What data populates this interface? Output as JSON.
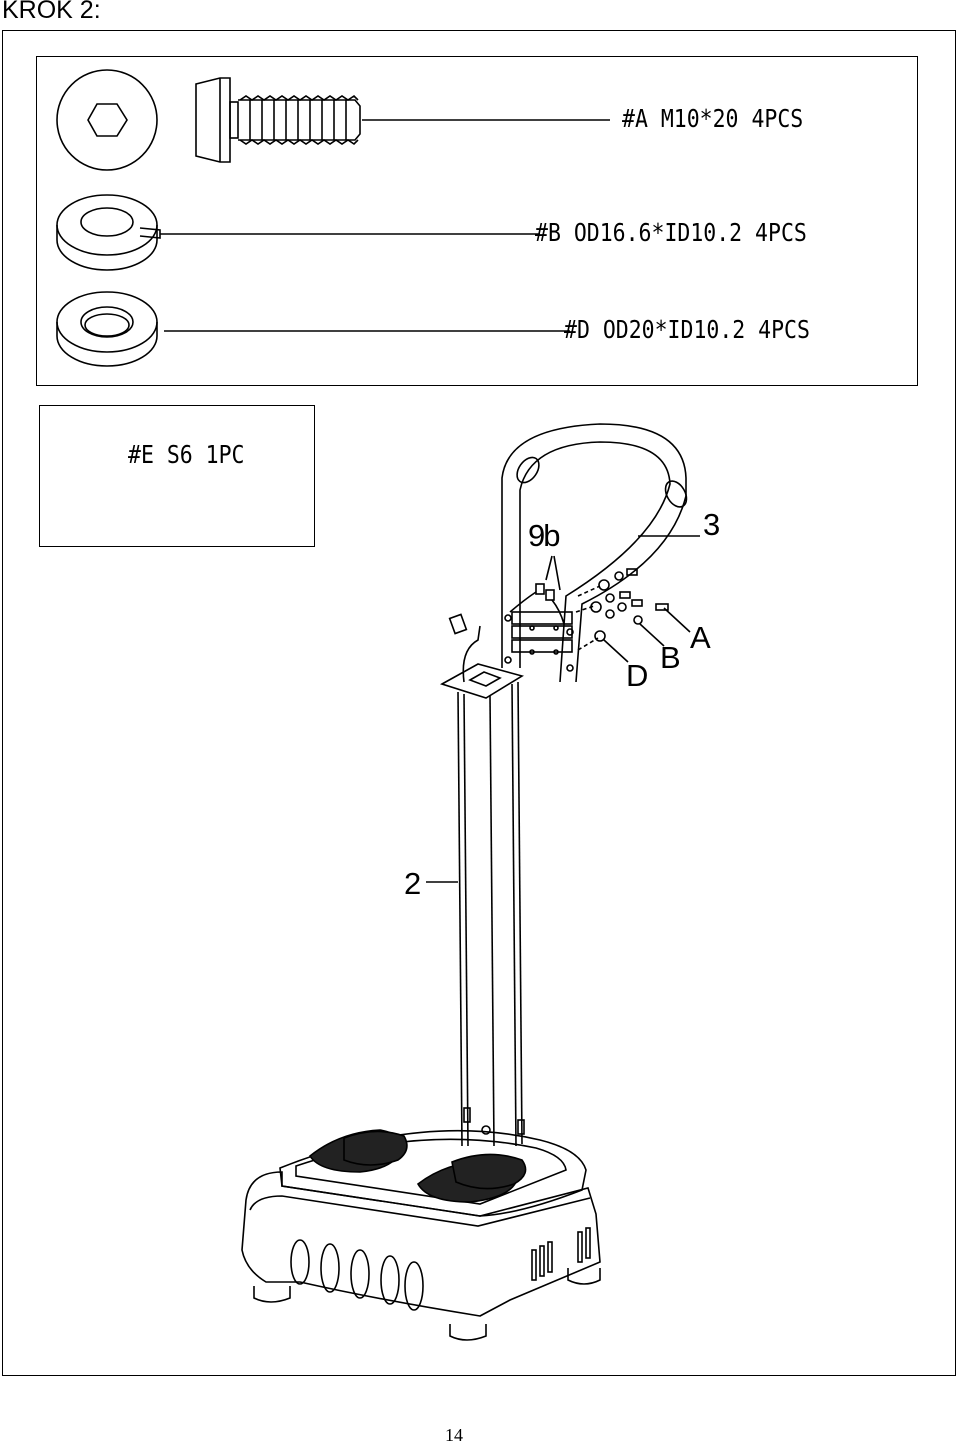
{
  "step": {
    "title": "KROK 2:"
  },
  "hardware": [
    {
      "id": "A",
      "label": "#A  M10*20 4PCS",
      "icon": "bolt-icon"
    },
    {
      "id": "B",
      "label": "#B OD16.6*ID10.2 4PCS",
      "icon": "spring-washer-icon"
    },
    {
      "id": "D",
      "label": "#D OD20*ID10.2 4PCS",
      "icon": "flat-washer-icon"
    }
  ],
  "tool": {
    "label": "#E S6 1PC",
    "icon": "hex-key-icon"
  },
  "callouts": {
    "cable": "9b",
    "handlebar": "3",
    "washer_d": "D",
    "washer_b": "B",
    "bolt_a": "A",
    "column": "2"
  },
  "page": {
    "number": "14"
  }
}
